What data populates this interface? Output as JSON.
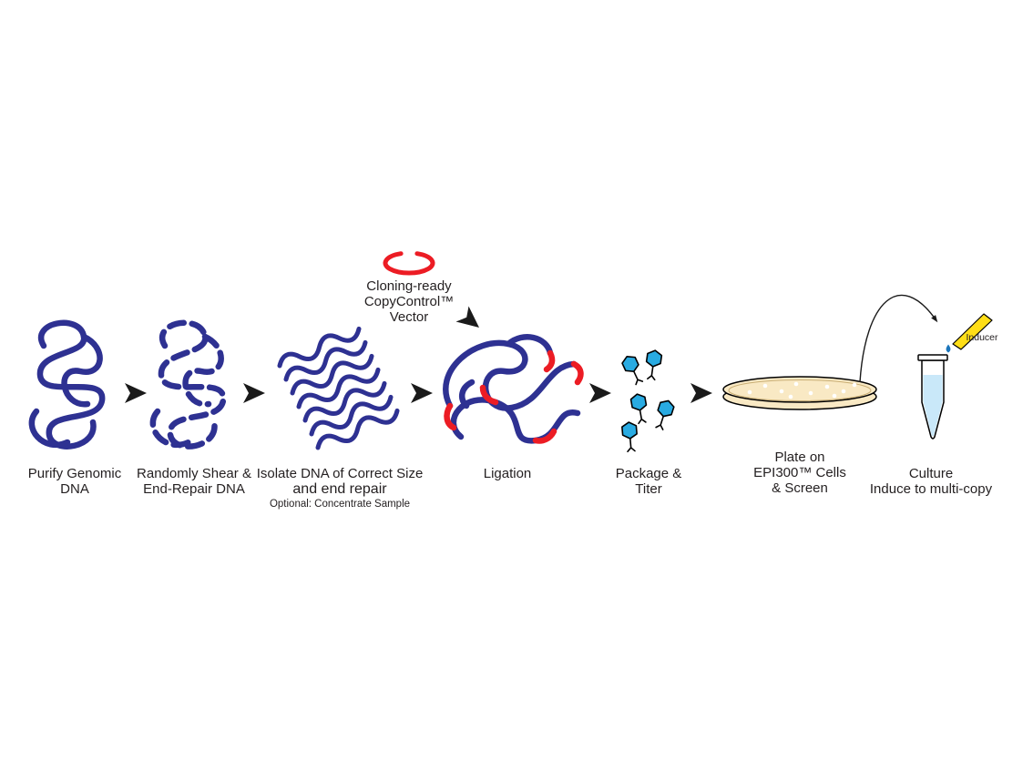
{
  "diagram": {
    "steps": [
      {
        "id": "purify",
        "lines": [
          "Purify Genomic",
          "DNA"
        ]
      },
      {
        "id": "shear",
        "lines": [
          "Randomly Shear &",
          "End-Repair DNA"
        ]
      },
      {
        "id": "isolate",
        "lines": [
          "Isolate DNA of Correct Size",
          "and end repair"
        ],
        "note": "Optional: Concentrate Sample"
      },
      {
        "id": "ligation",
        "lines": [
          "Ligation"
        ]
      },
      {
        "id": "package",
        "lines": [
          "Package &",
          "Titer"
        ]
      },
      {
        "id": "plate",
        "lines": [
          "Plate on",
          "EPI300™ Cells",
          "& Screen"
        ]
      },
      {
        "id": "culture",
        "lines": [
          "Culture",
          "Induce to multi-copy"
        ]
      }
    ],
    "vector_label": {
      "lines": [
        "Cloning-ready",
        "CopyControl™",
        "Vector"
      ]
    },
    "inducer_label": "Inducer",
    "colors": {
      "dna_blue": "#2E3192",
      "vector_red": "#EC1C24",
      "phage_blue": "#29ABE2",
      "plate_fill": "#F9E9C4",
      "pipette_yellow": "#FFDE17",
      "drop_blue": "#1B75BB",
      "liquid_blue": "#C9E8F9",
      "arrow_black": "#1a1a1a"
    }
  }
}
